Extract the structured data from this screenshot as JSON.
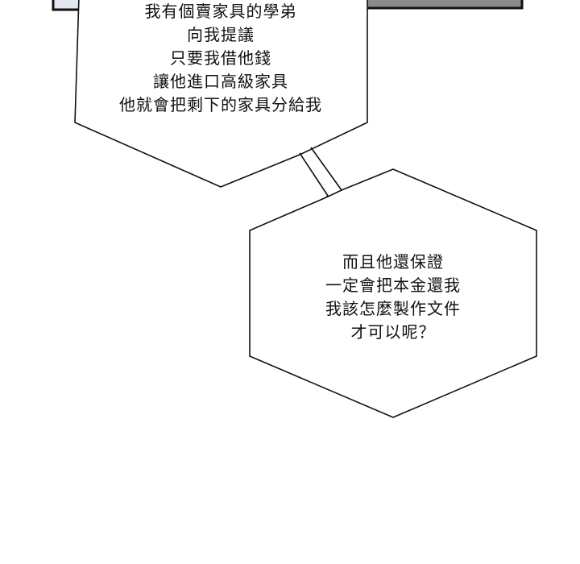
{
  "panel": {
    "colors": {
      "background": "#ffffff",
      "outline": "#111111",
      "top_panel_left": "#e4e8f2",
      "top_panel_right": "#8a8a8a"
    }
  },
  "bubbles": [
    {
      "lines": [
        "我有個賣家具的學弟",
        "向我提議",
        "只要我借他錢",
        "讓他進口高級家具",
        "他就會把剩下的家具分給我"
      ]
    },
    {
      "lines": [
        "而且他還保證",
        "一定會把本金還我",
        "我該怎麼製作文件",
        "才可以呢？"
      ]
    }
  ]
}
